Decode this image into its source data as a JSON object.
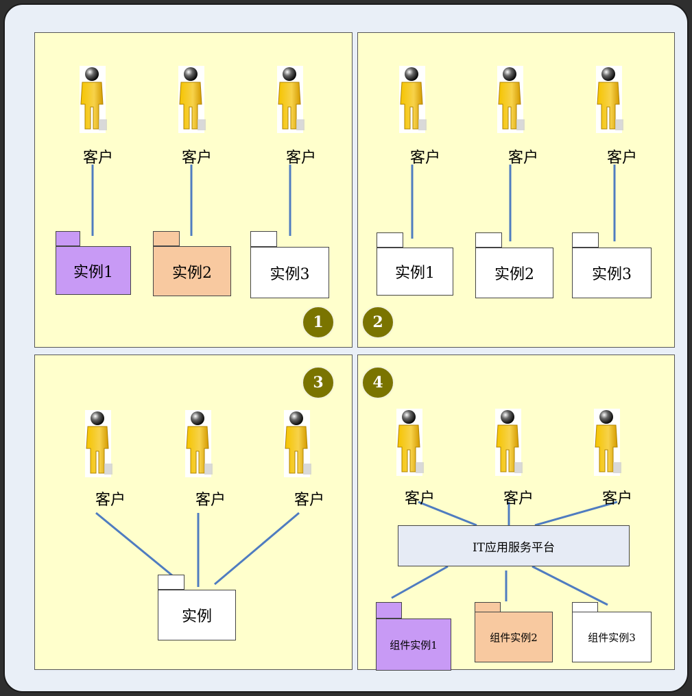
{
  "client_label": "客户",
  "panels": [
    {
      "badge": "1",
      "instances": [
        {
          "label": "实例1",
          "color": "#c89af5"
        },
        {
          "label": "实例2",
          "color": "#f8c9a0"
        },
        {
          "label": "实例3",
          "color": "#ffffff"
        }
      ]
    },
    {
      "badge": "2",
      "instances": [
        {
          "label": "实例1",
          "color": "#ffffff"
        },
        {
          "label": "实例2",
          "color": "#ffffff"
        },
        {
          "label": "实例3",
          "color": "#ffffff"
        }
      ]
    },
    {
      "badge": "3",
      "instance": {
        "label": "实例",
        "color": "#ffffff"
      }
    },
    {
      "badge": "4",
      "platform": "IT应用服务平台",
      "components": [
        {
          "label": "组件实例1",
          "color": "#c89af5"
        },
        {
          "label": "组件实例2",
          "color": "#f8c9a0"
        },
        {
          "label": "组件实例3",
          "color": "#ffffff"
        }
      ]
    }
  ],
  "colors": {
    "panel": "#ffffcc",
    "connector": "#4f7cc0",
    "badge": "#7a7400"
  }
}
